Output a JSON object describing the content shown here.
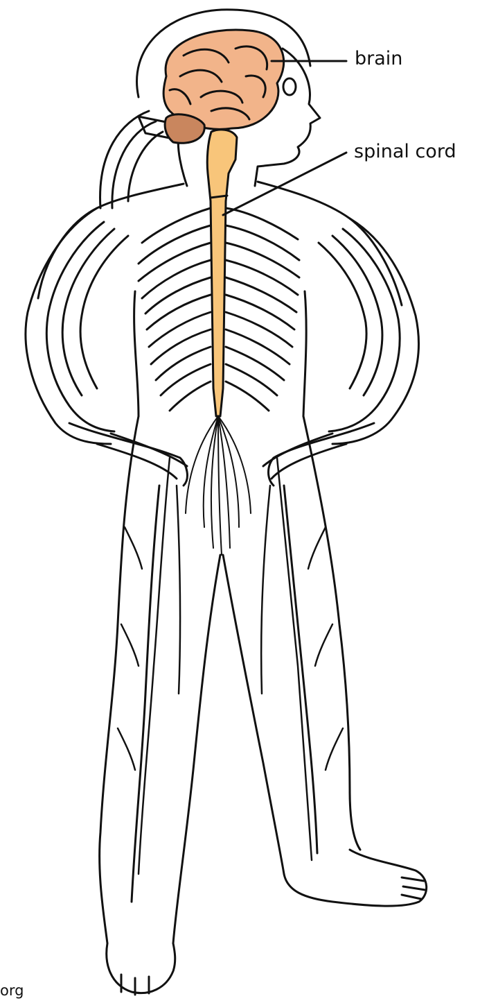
{
  "labels": {
    "brain": "brain",
    "spinal_cord": "spinal cord"
  },
  "credit": "org",
  "colors": {
    "brain": "#f2b48a",
    "cerebellum": "#c9865e",
    "spinal_cord": "#f8c57a",
    "outline": "#111111",
    "background": "#ffffff"
  }
}
